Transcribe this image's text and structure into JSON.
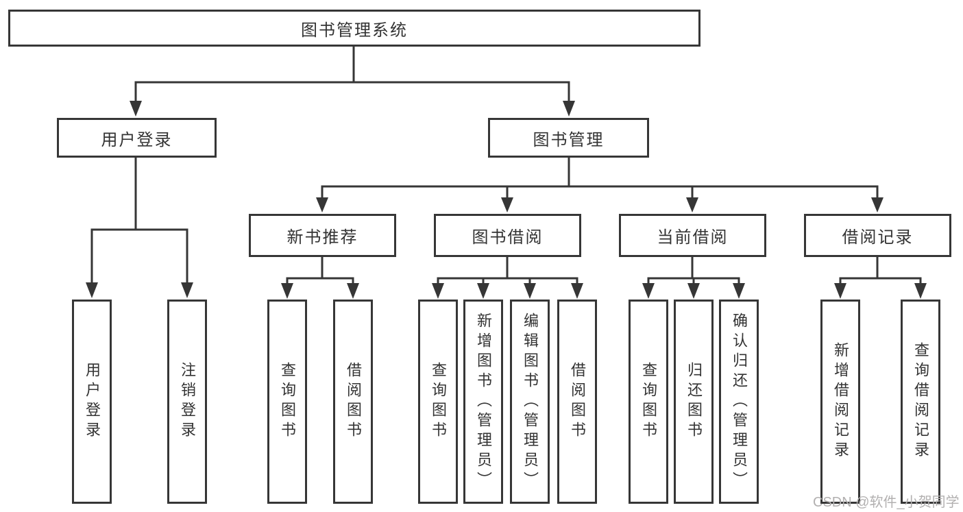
{
  "colors": {
    "line": "#363636",
    "text": "#333333",
    "background": "#ffffff",
    "watermark": "#b2b0b0"
  },
  "tree": {
    "root": {
      "label": "图书管理系统"
    },
    "branches": [
      {
        "label": "用户登录",
        "children": [
          {
            "label": "用户登录"
          },
          {
            "label": "注销登录"
          }
        ]
      },
      {
        "label": "图书管理",
        "children": [
          {
            "label": "新书推荐",
            "children": [
              {
                "label": "查询图书"
              },
              {
                "label": "借阅图书"
              }
            ]
          },
          {
            "label": "图书借阅",
            "children": [
              {
                "label": "查询图书"
              },
              {
                "label": "新增图书（管理员）"
              },
              {
                "label": "编辑图书（管理员）"
              },
              {
                "label": "借阅图书"
              }
            ]
          },
          {
            "label": "当前借阅",
            "children": [
              {
                "label": "查询图书"
              },
              {
                "label": "归还图书"
              },
              {
                "label": "确认归还（管理员）"
              }
            ]
          },
          {
            "label": "借阅记录",
            "children": [
              {
                "label": "新增借阅记录"
              },
              {
                "label": "查询借阅记录"
              }
            ]
          }
        ]
      }
    ]
  },
  "watermark": {
    "text": "CSDN @软件_小贺同学"
  }
}
